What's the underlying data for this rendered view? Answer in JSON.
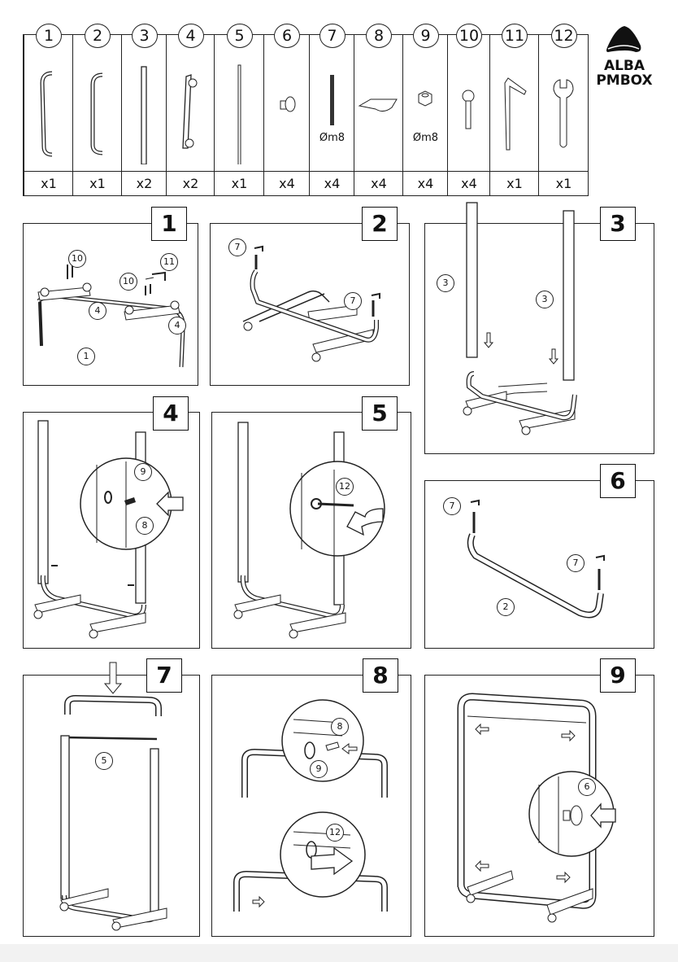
{
  "brand": {
    "line1": "ALBA",
    "line2": "PMBOX"
  },
  "parts": [
    {
      "num": "1",
      "qty": "x1"
    },
    {
      "num": "2",
      "qty": "x1"
    },
    {
      "num": "3",
      "qty": "x2"
    },
    {
      "num": "4",
      "qty": "x2"
    },
    {
      "num": "5",
      "qty": "x1"
    },
    {
      "num": "6",
      "qty": "x4"
    },
    {
      "num": "7",
      "qty": "x4",
      "dim": "Øm8"
    },
    {
      "num": "8",
      "qty": "x4"
    },
    {
      "num": "9",
      "qty": "x4",
      "dim": "Øm8"
    },
    {
      "num": "10",
      "qty": "x4"
    },
    {
      "num": "11",
      "qty": "x1"
    },
    {
      "num": "12",
      "qty": "x1"
    }
  ],
  "steps": [
    {
      "num": "1",
      "callouts": [
        "10",
        "11",
        "10",
        "4",
        "4",
        "1"
      ]
    },
    {
      "num": "2",
      "callouts": [
        "7",
        "7"
      ]
    },
    {
      "num": "3",
      "callouts": [
        "3",
        "3"
      ]
    },
    {
      "num": "4",
      "callouts": [
        "9",
        "8"
      ]
    },
    {
      "num": "5",
      "callouts": [
        "12"
      ]
    },
    {
      "num": "6",
      "callouts": [
        "7",
        "7",
        "2"
      ]
    },
    {
      "num": "7",
      "callouts": [
        "5"
      ]
    },
    {
      "num": "8",
      "callouts": [
        "8",
        "9",
        "12"
      ]
    },
    {
      "num": "9",
      "callouts": [
        "6"
      ]
    }
  ]
}
